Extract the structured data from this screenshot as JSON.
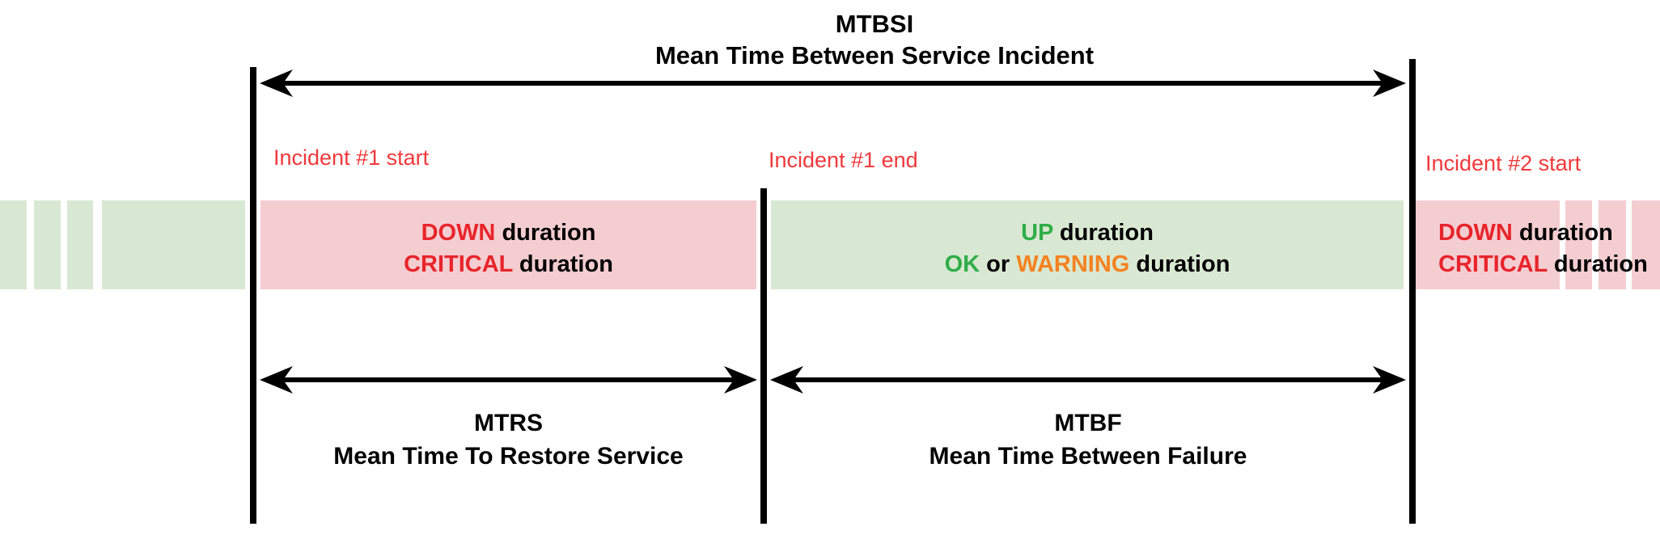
{
  "header": {
    "abbr": "MTBSI",
    "full": "Mean Time Between Service Incident"
  },
  "incidents": {
    "one_start": "Incident #1 start",
    "one_end": "Incident #1 end",
    "two_start": "Incident #2 start"
  },
  "bands": {
    "down1": {
      "l1_status": "DOWN",
      "l1_rest": " duration",
      "l2_status": "CRITICAL",
      "l2_rest": " duration"
    },
    "up": {
      "l1_status": "UP",
      "l1_rest": " duration",
      "l2_ok": "OK",
      "l2_or": " or ",
      "l2_warning": "WARNING",
      "l2_rest": " duration"
    },
    "down2": {
      "l1_status": "DOWN",
      "l1_rest": " duration",
      "l2_status": "CRITICAL",
      "l2_rest": " duration"
    }
  },
  "measures": {
    "mtrs": {
      "abbr": "MTRS",
      "full": "Mean Time To Restore Service"
    },
    "mtbf": {
      "abbr": "MTBF",
      "full": "Mean Time Between Failure"
    }
  },
  "colors": {
    "ink": "#000000",
    "band_green": "#d9e8d2",
    "band_pink": "#f4cdd1",
    "status_red": "#e8242b",
    "status_green": "#2fad49",
    "status_orange": "#f58220",
    "incident_red": "#f0393c"
  }
}
